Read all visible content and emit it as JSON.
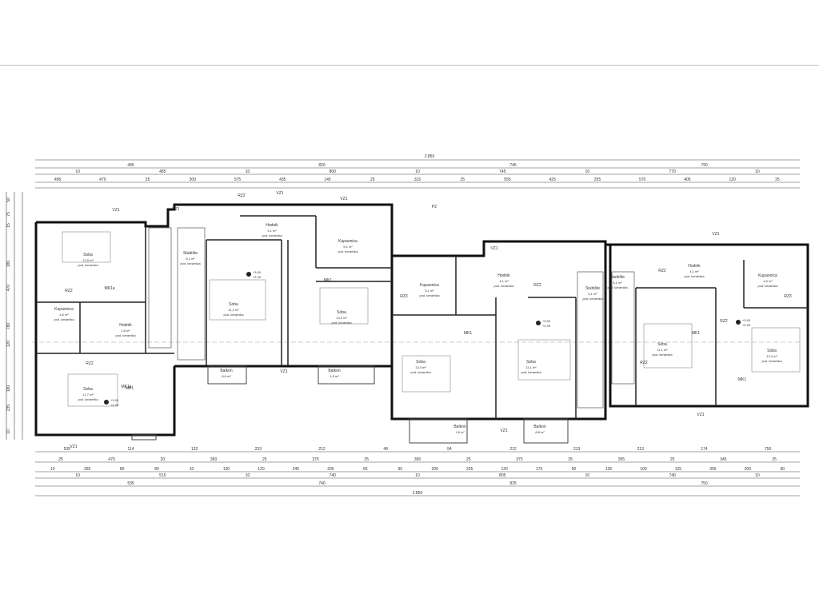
{
  "total_width_label": "2.850",
  "dim_rows_top": [
    [
      "495",
      "820",
      "745",
      "790"
    ],
    [
      "10",
      "485",
      "10",
      "800",
      "10",
      "745",
      "10",
      "770",
      "10"
    ],
    [
      "495",
      "470",
      "25",
      "300",
      "575",
      "435",
      "145",
      "25",
      "315",
      "25",
      "555",
      "425",
      "255",
      "570",
      "405",
      "120",
      "25"
    ]
  ],
  "dim_rows_bottom": [
    [
      "535",
      "114",
      "132",
      "233",
      "212",
      "49",
      "94",
      "212",
      "213",
      "213",
      "174",
      "750"
    ],
    [
      "25",
      "470",
      "20",
      "360",
      "25",
      "375",
      "25",
      "365",
      "25",
      "375",
      "25",
      "355",
      "25",
      "345",
      "25"
    ],
    [
      "10",
      "355",
      "80",
      "80",
      "10",
      "130",
      "120",
      "245",
      "200",
      "65",
      "90",
      "200",
      "225",
      "120",
      "170",
      "90",
      "135",
      "100",
      "125",
      "355",
      "200",
      "90"
    ],
    [
      "10",
      "515",
      "10",
      "740",
      "10",
      "805",
      "10",
      "740",
      "10"
    ],
    [
      "535",
      "740",
      "825",
      "750"
    ],
    [
      "2.850"
    ]
  ],
  "left_dims": [
    "50",
    "75",
    "15",
    "180",
    "470",
    "780",
    "120",
    "180",
    "235",
    "10"
  ],
  "rooms": [
    {
      "name": "Soba",
      "area": "13,0 m²",
      "floor": "pod. keramika"
    },
    {
      "name": "Kupaonica",
      "area": "4,5 m²",
      "floor": "pod. keramika"
    },
    {
      "name": "Hodnik",
      "area": "1,8 m²",
      "floor": "pod. keramika"
    },
    {
      "name": "Soba",
      "area": "12,7 m²",
      "floor": "pod. keramika"
    },
    {
      "name": "Stubište",
      "area": "6,1 m²",
      "floor": "pod. keramika"
    },
    {
      "name": "Hodnik",
      "area": "4,1 m²",
      "floor": "pod. keramika"
    },
    {
      "name": "Kupaonica",
      "area": "5,1 m²",
      "floor": "pod. keramika"
    },
    {
      "name": "Soba",
      "area": "11,1 m²",
      "floor": "pod. keramika"
    },
    {
      "name": "Soba",
      "area": "13,2 m²",
      "floor": "pod. keramika"
    },
    {
      "name": "Balkon",
      "area": "8,8 m²",
      "floor": ""
    },
    {
      "name": "Balkon",
      "area": "1,6 m²",
      "floor": ""
    },
    {
      "name": "Kupaonica",
      "area": "5,1 m²",
      "floor": "pod. keramika"
    },
    {
      "name": "Hodnik",
      "area": "4,1 m²",
      "floor": "pod. keramika"
    },
    {
      "name": "Stubište",
      "area": "5,1 m²",
      "floor": "pod. keramika"
    },
    {
      "name": "Soba",
      "area": "13,0 m²",
      "floor": "pod. keramika"
    },
    {
      "name": "Soba",
      "area": "11,1 m²",
      "floor": "pod. keramika"
    },
    {
      "name": "Balkon",
      "area": "1,6 m²",
      "floor": ""
    },
    {
      "name": "Balkon",
      "area": "8,8 m²",
      "floor": ""
    },
    {
      "name": "Stubište",
      "area": "5,1 m²",
      "floor": "pod. keramika"
    },
    {
      "name": "Hodnik",
      "area": "4,1 m²",
      "floor": "pod. keramika"
    },
    {
      "name": "Kupaonica",
      "area": "4,5 m²",
      "floor": "pod. keramika"
    },
    {
      "name": "Soba",
      "area": "11,1 m²",
      "floor": "pod. keramika"
    },
    {
      "name": "Soba",
      "area": "12,0 m²",
      "floor": "pod. keramika"
    }
  ],
  "tags": [
    "VZ1",
    "VZ1",
    "VZ1",
    "VZ1",
    "VZ1",
    "VZ1",
    "VZ1",
    "VZ1",
    "VZ1",
    "VZ1",
    "RZ2",
    "RZ2",
    "RZ2",
    "RZ2",
    "RZ2",
    "RZ2",
    "RZ2",
    "RZ3",
    "RZ3",
    "MK1",
    "MK1",
    "MK1",
    "MK1",
    "MK1",
    "MK1a",
    "MK1a",
    "P2"
  ],
  "levels": [
    {
      "a": "+3,00",
      "b": "+2,99"
    },
    {
      "a": "+3,00",
      "b": "+2,99"
    },
    {
      "a": "+3,00",
      "b": "+2,99"
    },
    {
      "a": "+3,00",
      "b": "+2,99"
    }
  ]
}
